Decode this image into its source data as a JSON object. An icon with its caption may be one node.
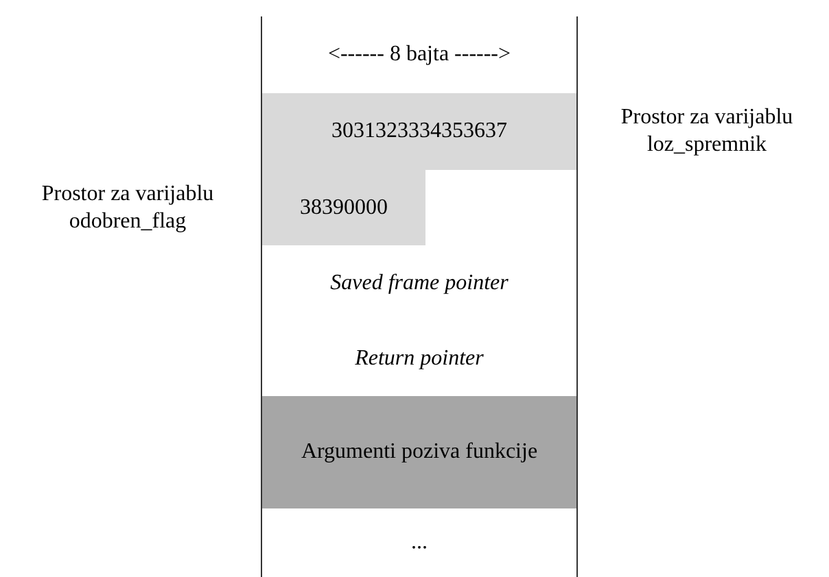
{
  "diagram": {
    "nodes": [
      {
        "text": [
          "<------ 8 bajta ------>"
        ]
      },
      {
        "text": [
          "3031323334353637"
        ],
        "beside": [
          "Prostor za varijablu loz_spremnik"
        ]
      },
      {
        "text": [
          "38390000"
        ],
        "beside": [
          "Prostor za varijablu odobren_flag"
        ]
      },
      {
        "text": [],
        "shape": "box"
      },
      {
        "text": [
          "Saved frame pointer"
        ]
      },
      {
        "text": [
          "Return pointer"
        ]
      },
      {
        "text": [
          "Argumenti poziva funkcije"
        ]
      },
      {
        "text": [
          "..."
        ]
      }
    ]
  }
}
